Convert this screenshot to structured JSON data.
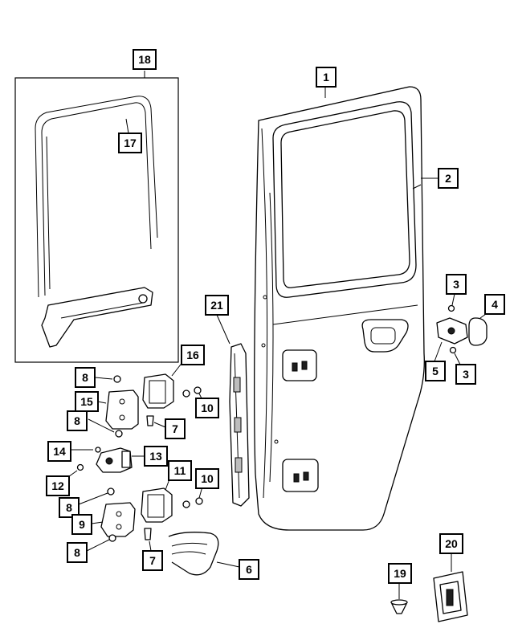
{
  "callouts": [
    {
      "id": "c1",
      "label": "1"
    },
    {
      "id": "c2",
      "label": "2"
    },
    {
      "id": "c3a",
      "label": "3"
    },
    {
      "id": "c3b",
      "label": "3"
    },
    {
      "id": "c4",
      "label": "4"
    },
    {
      "id": "c5",
      "label": "5"
    },
    {
      "id": "c6",
      "label": "6"
    },
    {
      "id": "c7a",
      "label": "7"
    },
    {
      "id": "c7b",
      "label": "7"
    },
    {
      "id": "c8a",
      "label": "8"
    },
    {
      "id": "c8b",
      "label": "8"
    },
    {
      "id": "c8c",
      "label": "8"
    },
    {
      "id": "c8d",
      "label": "8"
    },
    {
      "id": "c9",
      "label": "9"
    },
    {
      "id": "c10a",
      "label": "10"
    },
    {
      "id": "c10b",
      "label": "10"
    },
    {
      "id": "c11",
      "label": "11"
    },
    {
      "id": "c12",
      "label": "12"
    },
    {
      "id": "c13",
      "label": "13"
    },
    {
      "id": "c14",
      "label": "14"
    },
    {
      "id": "c15",
      "label": "15"
    },
    {
      "id": "c16",
      "label": "16"
    },
    {
      "id": "c17",
      "label": "17"
    },
    {
      "id": "c18",
      "label": "18"
    },
    {
      "id": "c19",
      "label": "19"
    },
    {
      "id": "c20",
      "label": "20"
    },
    {
      "id": "c21",
      "label": "21"
    }
  ]
}
